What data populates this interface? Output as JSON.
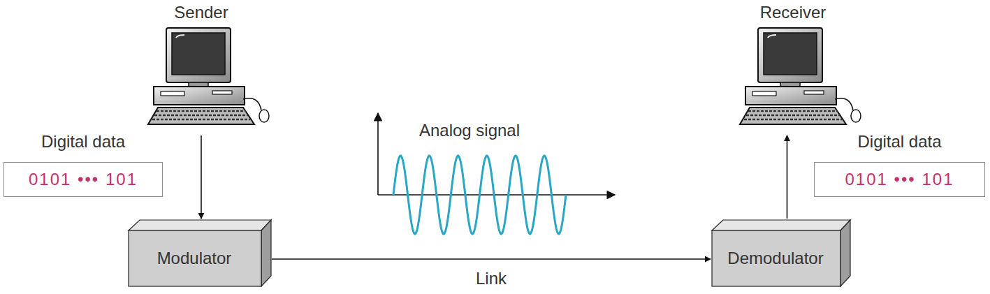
{
  "diagram": {
    "nodes": [
      {
        "text": [
          "Sender"
        ]
      },
      {
        "text": [
          "Digital data",
          "0101 ••• 101"
        ]
      },
      {
        "text": [
          "Modulator"
        ]
      },
      {
        "text": [
          "Receiver"
        ]
      },
      {
        "text": [
          "Digital data",
          "0101 ••• 101"
        ]
      },
      {
        "text": [
          "Demodulator"
        ]
      }
    ],
    "edges": [
      {
        "from": 0,
        "to": 2,
        "arrow": "to"
      },
      {
        "from": 2,
        "to": 5,
        "label": "Link",
        "arrow": "to"
      },
      {
        "from": 5,
        "to": 3,
        "arrow": "to"
      }
    ],
    "labels": [
      "Analog signal"
    ]
  }
}
